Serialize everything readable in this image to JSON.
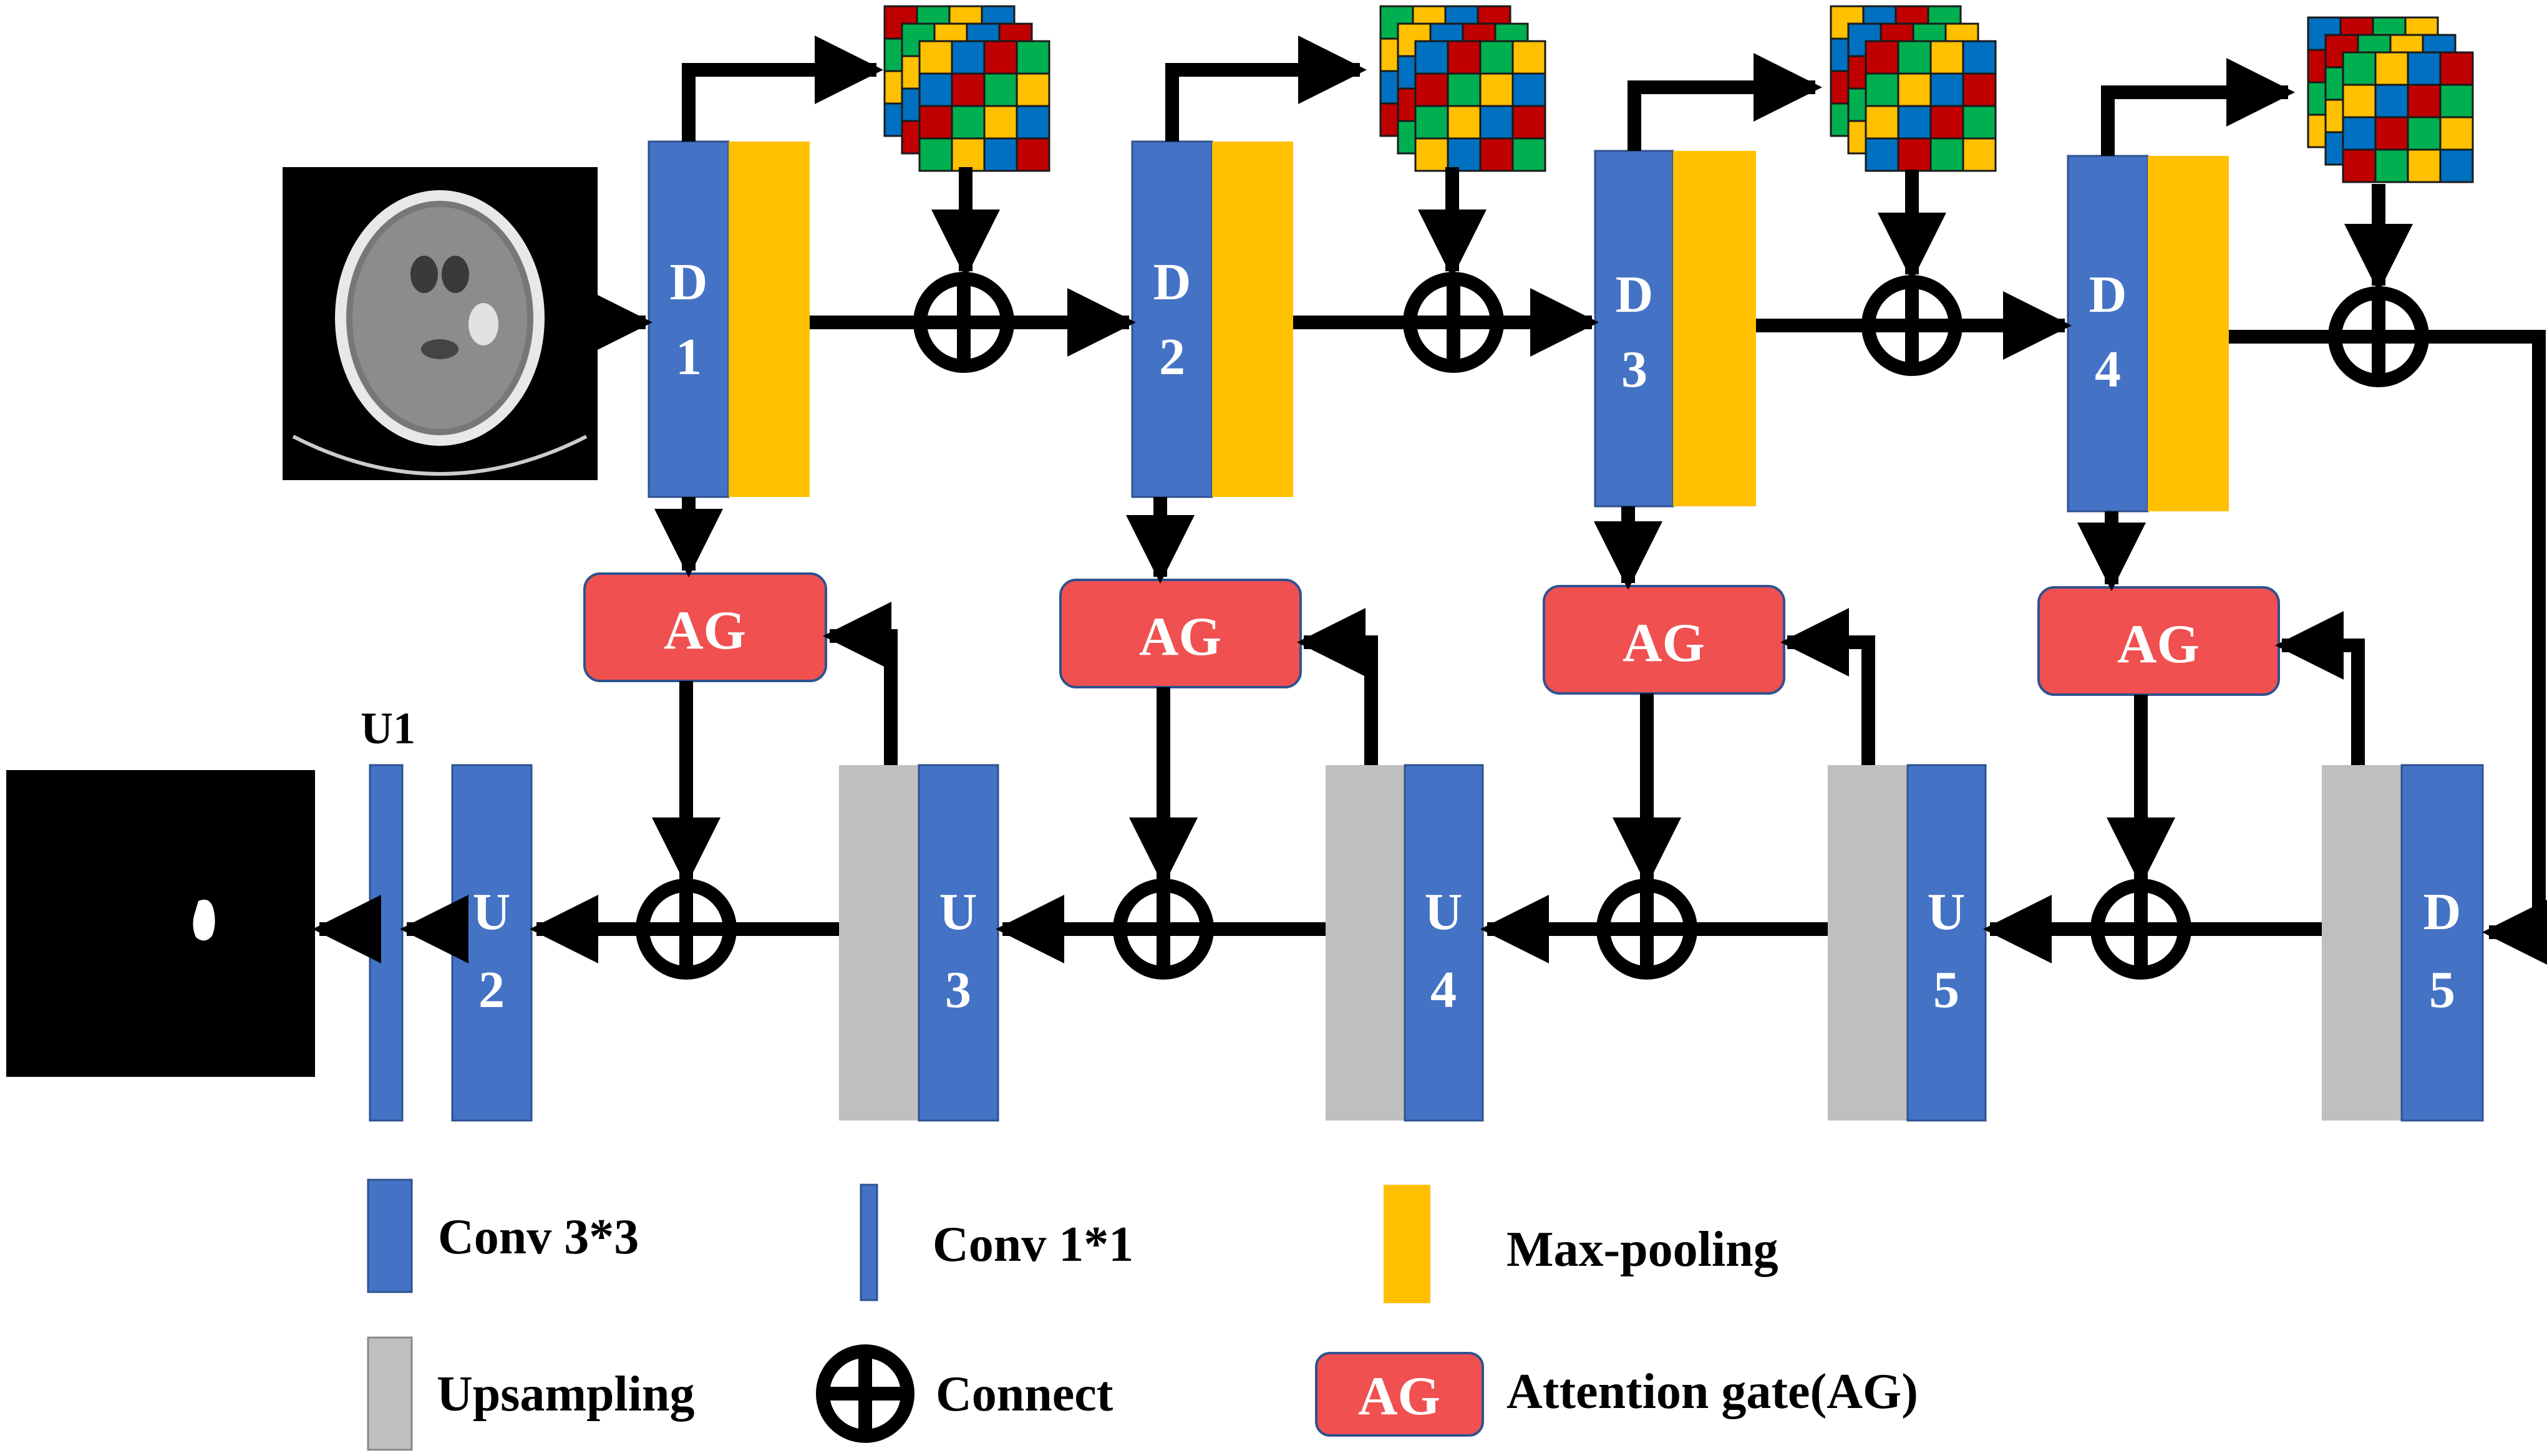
{
  "blocks": {
    "d1": {
      "line1": "D",
      "line2": "1"
    },
    "d2": {
      "line1": "D",
      "line2": "2"
    },
    "d3": {
      "line1": "D",
      "line2": "3"
    },
    "d4": {
      "line1": "D",
      "line2": "4"
    },
    "d5": {
      "line1": "D",
      "line2": "5"
    },
    "u1": {
      "label": "U1"
    },
    "u2": {
      "line1": "U",
      "line2": "2"
    },
    "u3": {
      "line1": "U",
      "line2": "3"
    },
    "u4": {
      "line1": "U",
      "line2": "4"
    },
    "u5": {
      "line1": "U",
      "line2": "5"
    }
  },
  "attention_gate_label": "AG",
  "legend": {
    "conv3": "Conv 3*3",
    "conv1": "Conv 1*1",
    "maxpool": "Max-pooling",
    "upsampling": "Upsampling",
    "connect": "Connect",
    "ag_icon": "AG",
    "ag": "Attention gate(AG)"
  },
  "colors": {
    "conv": "#4472C4",
    "maxpool": "#FFC000",
    "upsampling": "#BFBFBF",
    "attention_gate": "#F05050",
    "arrow": "#000000",
    "grid": [
      "#C00000",
      "#00B050",
      "#FFC000",
      "#0070C0"
    ]
  },
  "icons": [
    "ct-scan-input-image",
    "segmentation-mask-output-image",
    "feature-grid-icon",
    "connect-icon",
    "arrow"
  ]
}
